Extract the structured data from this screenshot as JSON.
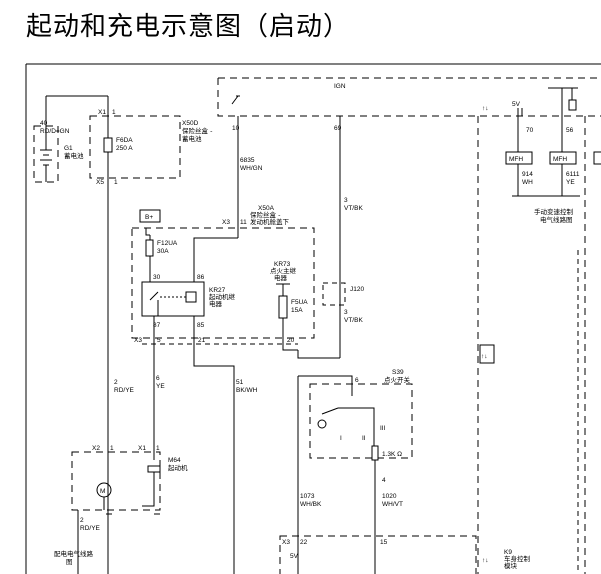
{
  "title": "起动和充电示意图（启动）",
  "components": {
    "g1": {
      "pin_top": "40",
      "wire": "RD/D=GN",
      "label_code": "G1",
      "label_name": "蓄电池"
    },
    "x50d": {
      "code": "X50D",
      "name1": "保险丝盒 -",
      "name2": "蓄电池",
      "x1": "X1",
      "pin1": "1",
      "x5": "X5",
      "pin5": "1",
      "fuse_code": "F6DA",
      "fuse_rating": "250 A"
    },
    "bplus": {
      "label": "B+"
    },
    "x50a": {
      "code": "X50A",
      "name1": "保险丝盒 -",
      "name2": "发动机舱盖下",
      "x3_top": "X3",
      "pin_top": "11",
      "x3_bot": "X3",
      "pin_5": "5",
      "pin_21": "21",
      "pin_20": "20"
    },
    "f12ua": {
      "code": "F12UA",
      "rating": "30A"
    },
    "kr27": {
      "code": "KR27",
      "name1": "起动机继",
      "name2": "电器",
      "p30": "30",
      "p86": "86",
      "p87": "87",
      "p85": "85"
    },
    "kr73": {
      "code": "KR73",
      "name1": "点火主继",
      "name2": "电器"
    },
    "f5ua": {
      "code": "F5UA",
      "rating": "15A"
    },
    "j120": {
      "code": "J120"
    },
    "ign": {
      "label": "IGN"
    },
    "w10": {
      "pin": "10",
      "code": "6835",
      "color": "WH/GN"
    },
    "w69": {
      "pin": "69"
    },
    "w3a": {
      "num": "3",
      "color": "VT/BK"
    },
    "w3b": {
      "num": "3",
      "color": "VT/BK"
    },
    "w2a": {
      "num": "2",
      "color": "RD/YE"
    },
    "w6": {
      "num": "6",
      "color": "YE"
    },
    "w51": {
      "num": "51",
      "color": "BK/WH"
    },
    "m64": {
      "x2": "X2",
      "pin_x2": "1",
      "x1": "X1",
      "pin_x1": "1",
      "code": "M64",
      "name": "起动机"
    },
    "w2b": {
      "num": "2",
      "color": "RD/YE"
    },
    "dist": {
      "line1": "配电电气线路",
      "line2": "图"
    },
    "s39": {
      "code": "S39",
      "name": "点火开关",
      "pin6": "6",
      "roman1": "I",
      "roman2": "II",
      "roman3": "III",
      "res": "1.3K Ω",
      "pin4": "4"
    },
    "w1073": {
      "num": "1073",
      "color": "WH/BK"
    },
    "w1020": {
      "num": "1020",
      "color": "WH/VT"
    },
    "k9": {
      "x3": "X3",
      "pin22": "22",
      "pin15": "15",
      "v5": "5V",
      "code": "K9",
      "name1": "车身控制",
      "name2": "模块"
    },
    "right": {
      "v5": "5V",
      "pin70": "70",
      "pin56": "56",
      "mfh": "MFH",
      "w914": "914",
      "c914": "WH",
      "w6111": "6111",
      "c6111": "YE",
      "note1": "手动变速控制",
      "note2": "电气线路图"
    }
  }
}
